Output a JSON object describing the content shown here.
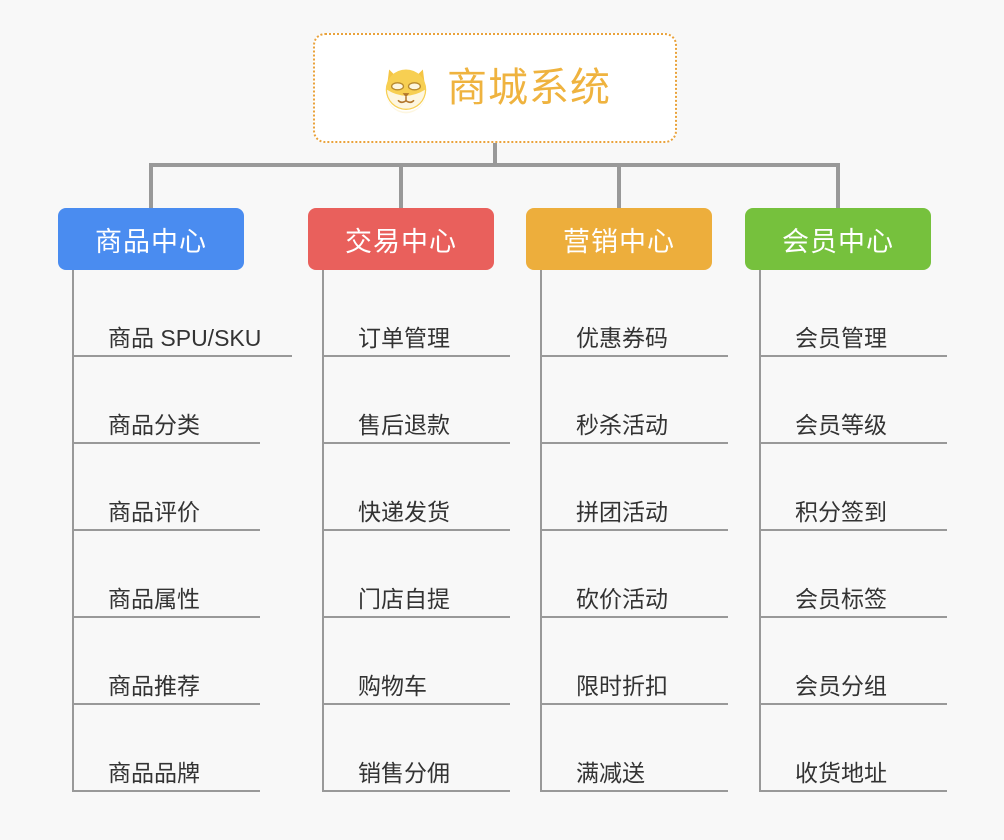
{
  "page": {
    "background_color": "#f8f8f8",
    "connector_color": "#999999"
  },
  "root": {
    "title": "商城系统",
    "icon": "shiba-dog-face-icon",
    "text_color": "#efb33f",
    "border_color": "#e9a23b"
  },
  "branches": [
    {
      "label": "商品中心",
      "color": "#4a8cf0",
      "items": [
        "商品 SPU/SKU",
        "商品分类",
        "商品评价",
        "商品属性",
        "商品推荐",
        "商品品牌"
      ]
    },
    {
      "label": "交易中心",
      "color": "#e9605c",
      "items": [
        "订单管理",
        "售后退款",
        "快递发货",
        "门店自提",
        "购物车",
        "销售分佣"
      ]
    },
    {
      "label": "营销中心",
      "color": "#edae3c",
      "items": [
        "优惠券码",
        "秒杀活动",
        "拼团活动",
        "砍价活动",
        "限时折扣",
        "满减送"
      ]
    },
    {
      "label": "会员中心",
      "color": "#76c13d",
      "items": [
        "会员管理",
        "会员等级",
        "积分签到",
        "会员标签",
        "会员分组",
        "收货地址"
      ]
    }
  ]
}
